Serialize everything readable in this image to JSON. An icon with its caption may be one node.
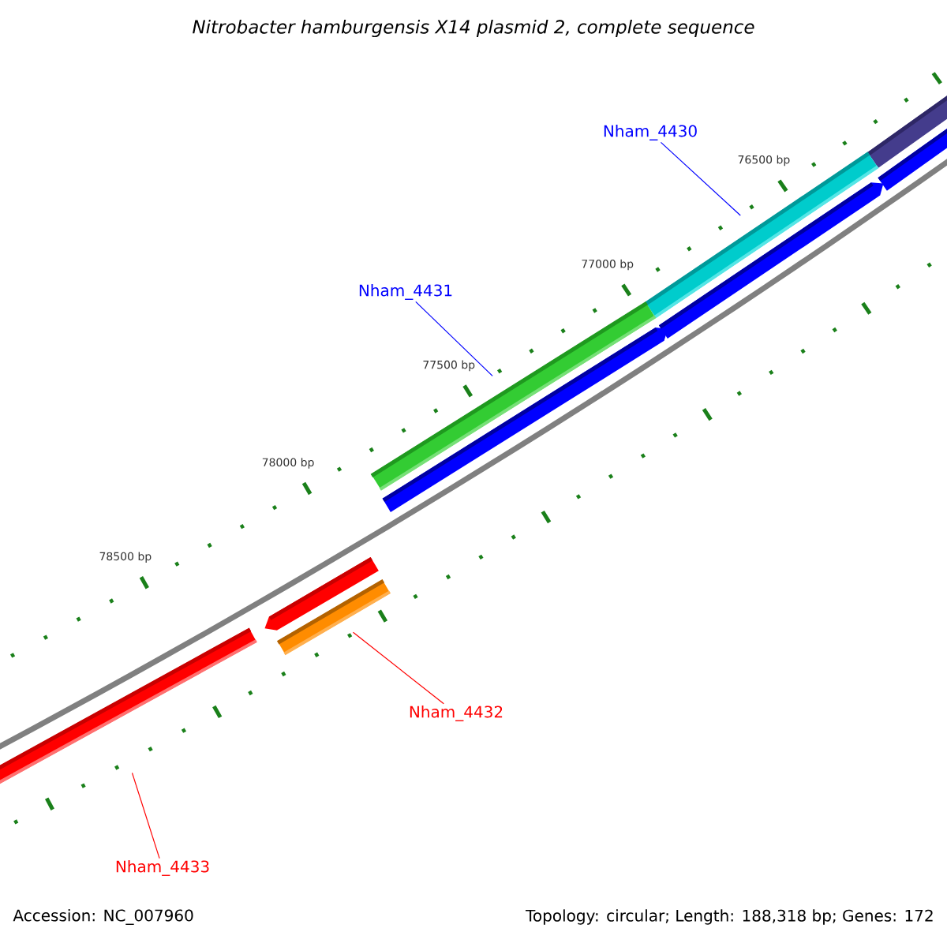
{
  "diagram": {
    "title": "Nitrobacter hamburgensis X14 plasmid 2, complete sequence",
    "nodes": [
      {
        "text": [
          "Nham_4430"
        ]
      },
      {
        "text": [],
        "shape": "bar"
      },
      {
        "text": [
          "Nham_4431"
        ]
      },
      {
        "text": [],
        "shape": "bar"
      },
      {
        "text": [
          "Nham_4432"
        ]
      },
      {
        "text": [],
        "shape": "bar"
      },
      {
        "text": [
          "Nham_4433"
        ]
      },
      {
        "text": [],
        "shape": "bar"
      }
    ],
    "edges": [
      {
        "from": 0,
        "to": 1,
        "arrow": "none"
      },
      {
        "from": 2,
        "to": 3,
        "arrow": "none"
      },
      {
        "from": 4,
        "to": 5,
        "arrow": "none",
        "color": "#ff0000"
      },
      {
        "from": 6,
        "to": 7,
        "arrow": "none",
        "color": "#ff0000"
      }
    ],
    "labels": [
      "76500 bp",
      "77000 bp",
      "77500 bp",
      "78000 bp",
      "78500 bp",
      "Accession: NC_007960",
      "Topology: circular; Length: 188,318 bp; Genes: 172"
    ]
  }
}
